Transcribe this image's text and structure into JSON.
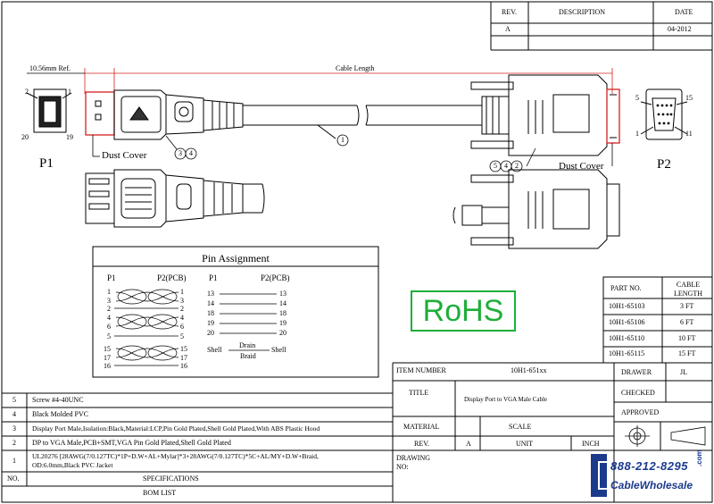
{
  "revision_block": {
    "header": {
      "rev": "REV.",
      "description": "DESCRIPTION",
      "date": "DATE"
    },
    "row": {
      "rev": "A",
      "description": "",
      "date": "04-2012"
    }
  },
  "dimensions": {
    "ref": "10.56mm Ref.",
    "cable_length": "Cable Length"
  },
  "connectors": {
    "p1_label": "P1",
    "p2_label": "P2",
    "dust_cover_left": "Dust Cover",
    "dust_cover_right": "Dust Cover",
    "p1_pins": {
      "tl": "2",
      "tr": "1",
      "bl": "20",
      "br": "19"
    },
    "p2_pins": {
      "tl": "5",
      "tr": "15",
      "bl": "1",
      "br": "11"
    },
    "callouts_left": [
      "3",
      "4"
    ],
    "callouts_right": [
      "5",
      "4",
      "2"
    ],
    "cable_callout": "1"
  },
  "pin_assignment": {
    "title": "Pin Assignment",
    "left_headers": {
      "p1": "P1",
      "p2": "P2(PCB)"
    },
    "right_headers": {
      "p1": "P1",
      "p2": "P2(PCB)"
    },
    "twisted_groups": [
      {
        "left": [
          "1",
          "3",
          "2"
        ],
        "right": [
          "1",
          "3",
          "2"
        ]
      },
      {
        "left": [
          "4",
          "6",
          "5"
        ],
        "right": [
          "4",
          "6",
          "5"
        ]
      },
      {
        "left": [
          "15",
          "17",
          "16"
        ],
        "right": [
          "15",
          "17",
          "16"
        ]
      }
    ],
    "straight_pins": [
      {
        "left": "13",
        "right": "13"
      },
      {
        "left": "14",
        "right": "14"
      },
      {
        "left": "18",
        "right": "18"
      },
      {
        "left": "19",
        "right": "19"
      },
      {
        "left": "20",
        "right": "20"
      }
    ],
    "shell_row": {
      "left": "Shell",
      "mid_top": "Drain",
      "mid_bottom": "Braid",
      "right": "Shell"
    }
  },
  "rohs": "RoHS",
  "part_table": {
    "headers": {
      "part_no": "PART NO.",
      "cable_length": "CABLE LENGTH"
    },
    "rows": [
      {
        "part_no": "10H1-65103",
        "length": "3 FT"
      },
      {
        "part_no": "10H1-65106",
        "length": "6 FT"
      },
      {
        "part_no": "10H1-65110",
        "length": "10 FT"
      },
      {
        "part_no": "10H1-65115",
        "length": "15 FT"
      }
    ]
  },
  "title_block": {
    "item_number_label": "ITEM NUMBER",
    "item_number": "10H1-651xx",
    "drawer_label": "DRAWER",
    "drawer": "JL",
    "title_label": "TITLE",
    "title": "Display Port  to VGA  Male Cable",
    "checked_label": "CHECKED",
    "approved_label": "APPROVED",
    "material_label": "MATERIAL",
    "scale_label": "SCALE",
    "rev_label": "REV.",
    "rev": "A",
    "unit_label": "UNIT",
    "unit": "INCH",
    "drawing_no_label": "DRAWING NO:"
  },
  "bom": {
    "rows": [
      {
        "no": "5",
        "spec": "Screw  #4-40UNC"
      },
      {
        "no": "4",
        "spec": "Black Molded PVC"
      },
      {
        "no": "3",
        "spec": "Display Port Male,Isulation:Black,Material:LCP,Pin Gold Plated,Shell Gold Plated,With ABS Plastic Hood"
      },
      {
        "no": "2",
        "spec": "DP to VGA Male,PCB+SMT,VGA Pin Gold Plated,Shell Gold Plated"
      },
      {
        "no": "1",
        "spec": "UL20276 [28AWG(7/0.127TC)*1P+D.W+AL+Mylar]*3+28AWG(7/0.127TC)*5C+AL/MY+D.W+Braid,",
        "spec2": "OD:6.0mm,Black PVC Jacket"
      }
    ],
    "header": {
      "no": "NO.",
      "spec": "SPECIFICATIONS"
    },
    "footer": "BOM LIST"
  },
  "logo": {
    "phone": "888-212-8295",
    "name": "CableWholesale",
    "suffix": ".com"
  },
  "colors": {
    "accent_red": "#d42020",
    "rohs_green": "#1fae3a",
    "logo_blue": "#1b3a8c"
  }
}
